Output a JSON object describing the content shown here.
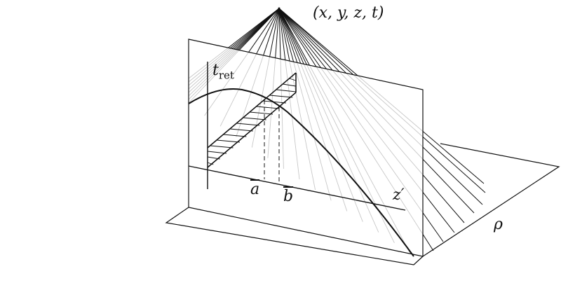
{
  "labels": {
    "event": "(x, y, z, t)",
    "t_symbol": "t",
    "t_subscript": "ret",
    "a_bar": "a",
    "b_bar": "b",
    "z_prime": "z′",
    "rho": "ρ"
  },
  "colors": {
    "ink": "#111111",
    "ray_hidden": "#c8c8c8"
  }
}
